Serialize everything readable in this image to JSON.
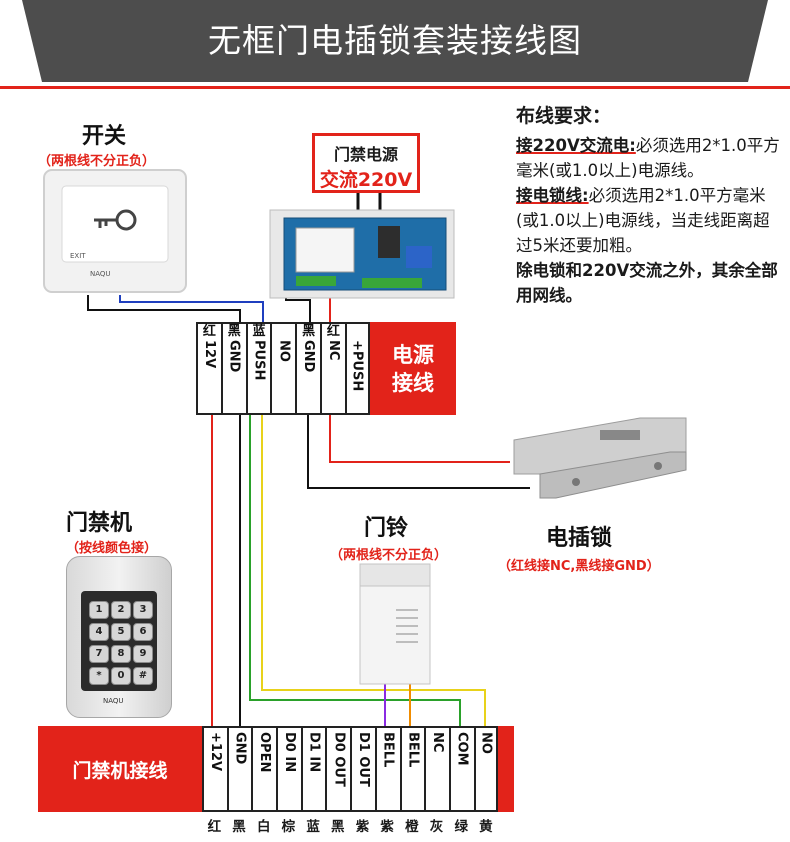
{
  "title": "无框门电插锁套装接线图",
  "switch": {
    "title": "开关",
    "note": "（两根线不分正负）",
    "plate_text": "EXIT",
    "brand_text": "NAQU"
  },
  "power_supply": {
    "line1": "门禁电源",
    "line2": "交流220V"
  },
  "requirements": {
    "heading": "布线要求：",
    "p1_bold": "接220V交流电:",
    "p1_text": "必须选用2*1.0平方毫米(或1.0以上)电源线。",
    "p2_bold": "接电锁线:",
    "p2_text": "必须选用2*1.0平方毫米(或1.0以上)电源线，当走线距离超过5米还要加粗。",
    "p3": "除电锁和220V交流之外，其余全部用网线。"
  },
  "power_terminals": {
    "colors": [
      "红",
      "黑",
      "蓝",
      "",
      "黑",
      "红",
      ""
    ],
    "labels": [
      "12V",
      "GND",
      "PUSH",
      "NO",
      "GND",
      "NC",
      "+PUSH"
    ],
    "block_label": "电源接线"
  },
  "access_controller": {
    "title": "门禁机",
    "note": "（按线颜色接）",
    "keys": [
      "1",
      "2",
      "3",
      "4",
      "5",
      "6",
      "7",
      "8",
      "9",
      "*",
      "0",
      "#"
    ],
    "brand": "NAQU"
  },
  "doorbell": {
    "title": "门铃",
    "note": "（两根线不分正负）"
  },
  "electric_lock": {
    "title": "电插锁",
    "note": "（红线接NC,黑线接GND）"
  },
  "controller_terminals": {
    "block_label": "门禁机接线",
    "labels": [
      "+12V",
      "GND",
      "OPEN",
      "D0 IN",
      "D1 IN",
      "D0 OUT",
      "D1 OUT",
      "BELL",
      "BELL",
      "NC",
      "COM",
      "NO"
    ],
    "colors": [
      "红",
      "黑",
      "白",
      "棕",
      "蓝",
      "黑",
      "紫",
      "紫",
      "橙",
      "灰",
      "绿",
      "黄"
    ]
  },
  "wire_colors": {
    "red": "#e2231a",
    "black": "#111111",
    "blue": "#1f3fbf",
    "yellow": "#e8d21a",
    "green": "#2aa12a",
    "purple": "#8a2be2",
    "orange": "#f08c00"
  }
}
